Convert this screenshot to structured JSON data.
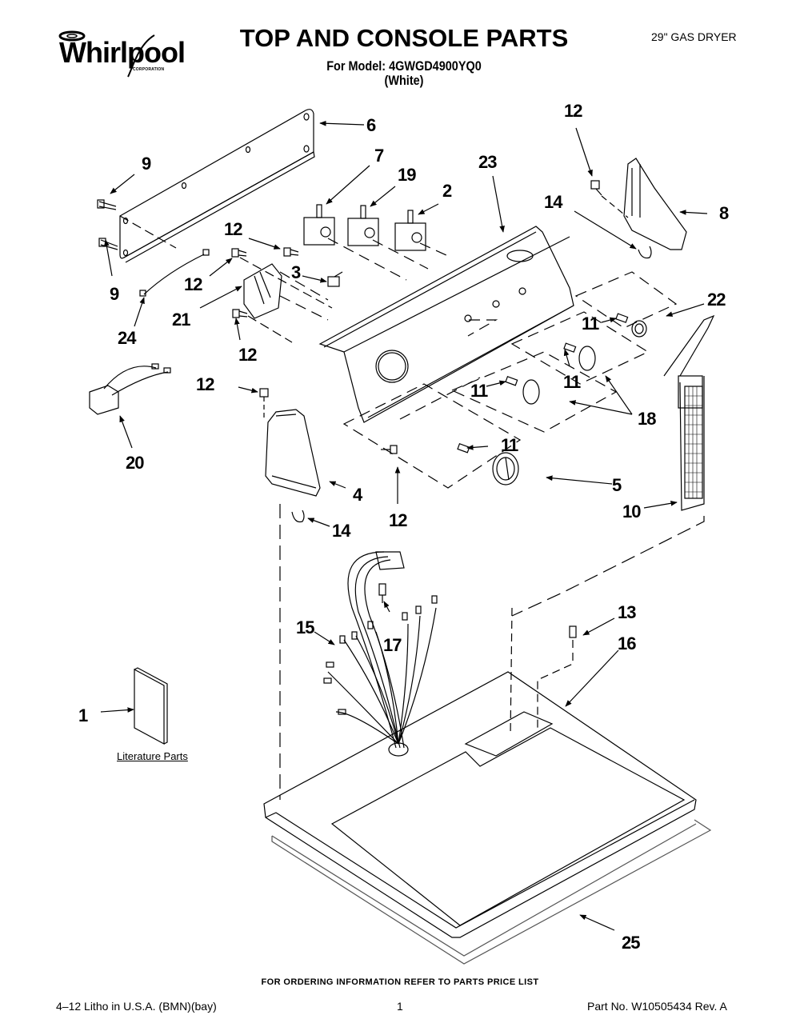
{
  "header": {
    "brand": "Whirlpool",
    "brand_sub": "CORPORATION",
    "title": "TOP AND CONSOLE PARTS",
    "model_line": "For Model: 4GWGD4900YQ0",
    "color_line": "(White)",
    "product": "29\" GAS DRYER"
  },
  "callouts": [
    {
      "id": "c6",
      "label": "6"
    },
    {
      "id": "c9a",
      "label": "9"
    },
    {
      "id": "c9b",
      "label": "9"
    },
    {
      "id": "c7",
      "label": "7"
    },
    {
      "id": "c19",
      "label": "19"
    },
    {
      "id": "c2",
      "label": "2"
    },
    {
      "id": "c23",
      "label": "23"
    },
    {
      "id": "c12a",
      "label": "12"
    },
    {
      "id": "c8",
      "label": "8"
    },
    {
      "id": "c14a",
      "label": "14"
    },
    {
      "id": "c12b",
      "label": "12"
    },
    {
      "id": "c12c",
      "label": "12"
    },
    {
      "id": "c3",
      "label": "3"
    },
    {
      "id": "c21",
      "label": "21"
    },
    {
      "id": "c24",
      "label": "24"
    },
    {
      "id": "c12d",
      "label": "12"
    },
    {
      "id": "c22",
      "label": "22"
    },
    {
      "id": "c11a",
      "label": "11"
    },
    {
      "id": "c11b",
      "label": "11"
    },
    {
      "id": "c11c",
      "label": "11"
    },
    {
      "id": "c18",
      "label": "18"
    },
    {
      "id": "c12e",
      "label": "12"
    },
    {
      "id": "c20",
      "label": "20"
    },
    {
      "id": "c11d",
      "label": "11"
    },
    {
      "id": "c5",
      "label": "5"
    },
    {
      "id": "c4",
      "label": "4"
    },
    {
      "id": "c12f",
      "label": "12"
    },
    {
      "id": "c10",
      "label": "10"
    },
    {
      "id": "c14b",
      "label": "14"
    },
    {
      "id": "c13",
      "label": "13"
    },
    {
      "id": "c15",
      "label": "15"
    },
    {
      "id": "c17",
      "label": "17"
    },
    {
      "id": "c16",
      "label": "16"
    },
    {
      "id": "c1",
      "label": "1"
    },
    {
      "id": "c25",
      "label": "25"
    }
  ],
  "literature_label": "Literature Parts",
  "footer": {
    "order_note": "FOR ORDERING INFORMATION REFER TO PARTS PRICE LIST",
    "litho": "4–12 Litho in U.S.A. (BMN)(bay)",
    "page": "1",
    "part_no": "Part No. W10505434 Rev. A"
  }
}
